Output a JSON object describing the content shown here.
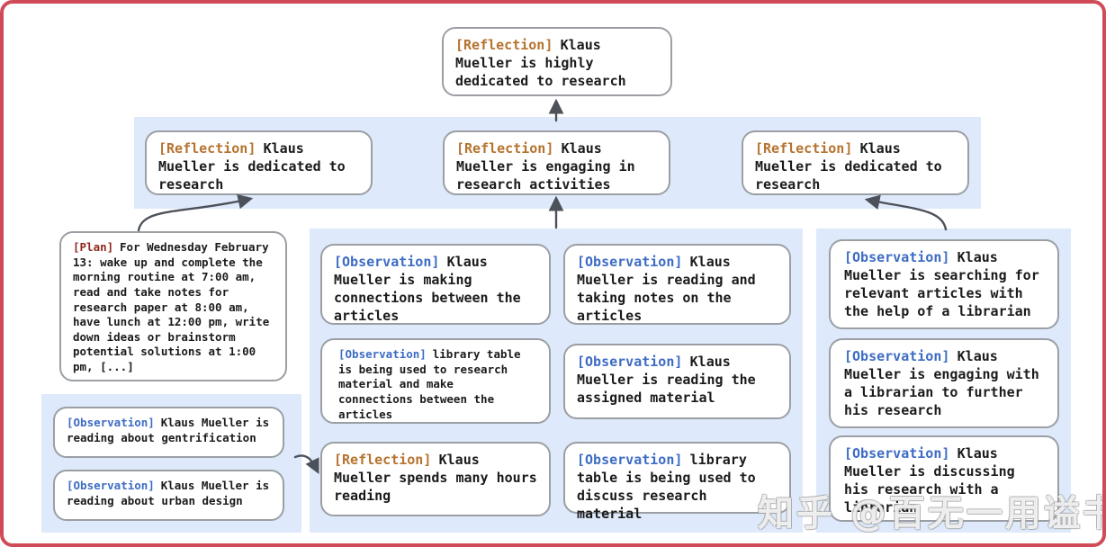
{
  "palette": {
    "reflection_tag": "#b5732e",
    "observation_tag": "#3d6cc4",
    "plan_tag": "#8f2a20",
    "panel_blue": "#deeafb",
    "frame_red": "#d04b57",
    "box_border": "#9b9fa4",
    "arrow": "#4d525a"
  },
  "watermark": {
    "text": "知乎 @百无一用谥书生"
  },
  "nodes": {
    "root": {
      "tag": "[Reflection]",
      "body": "Klaus Mueller is highly dedicated to research"
    },
    "level2_left": {
      "tag": "[Reflection]",
      "body": "Klaus Mueller is dedicated to research"
    },
    "level2_center": {
      "tag": "[Reflection]",
      "body": "Klaus Mueller is engaging in research activities"
    },
    "level2_right": {
      "tag": "[Reflection]",
      "body": "Klaus Mueller is dedicated to research"
    },
    "plan": {
      "tag": "[Plan]",
      "body": "For Wednesday February 13: wake up and complete the morning routine at 7:00 am, read and take notes for research paper at 8:00 am, have lunch at 12:00 pm, write down ideas or brainstorm potential solutions at 1:00 pm, [...]"
    },
    "obs_gentrification": {
      "tag": "[Observation]",
      "body": "Klaus Mueller is reading about gentrification"
    },
    "obs_urban_design": {
      "tag": "[Observation]",
      "body": "Klaus Mueller is reading about urban design"
    },
    "obs_connections": {
      "tag": "[Observation]",
      "body": "Klaus Mueller is making connections between the articles"
    },
    "obs_library_research": {
      "tag": "[Observation]",
      "body": "library table is being used to research material and make connections between the articles"
    },
    "refl_hours_reading": {
      "tag": "[Reflection]",
      "body": "Klaus Mueller spends many hours reading"
    },
    "obs_taking_notes": {
      "tag": "[Observation]",
      "body": "Klaus Mueller is reading and taking notes on the articles"
    },
    "obs_assigned_material": {
      "tag": "[Observation]",
      "body": "Klaus Mueller is reading the assigned material"
    },
    "obs_library_discuss": {
      "tag": "[Observation]",
      "body": "library table is being used to discuss research material"
    },
    "obs_searching_articles": {
      "tag": "[Observation]",
      "body": "Klaus Mueller is searching for relevant articles with the help of a librarian"
    },
    "obs_engaging_librarian": {
      "tag": "[Observation]",
      "body": "Klaus Mueller is engaging with a librarian to further his research"
    },
    "obs_discussing_librarian": {
      "tag": "[Observation]",
      "body": "Klaus Mueller is discussing his research with a librarian"
    }
  }
}
